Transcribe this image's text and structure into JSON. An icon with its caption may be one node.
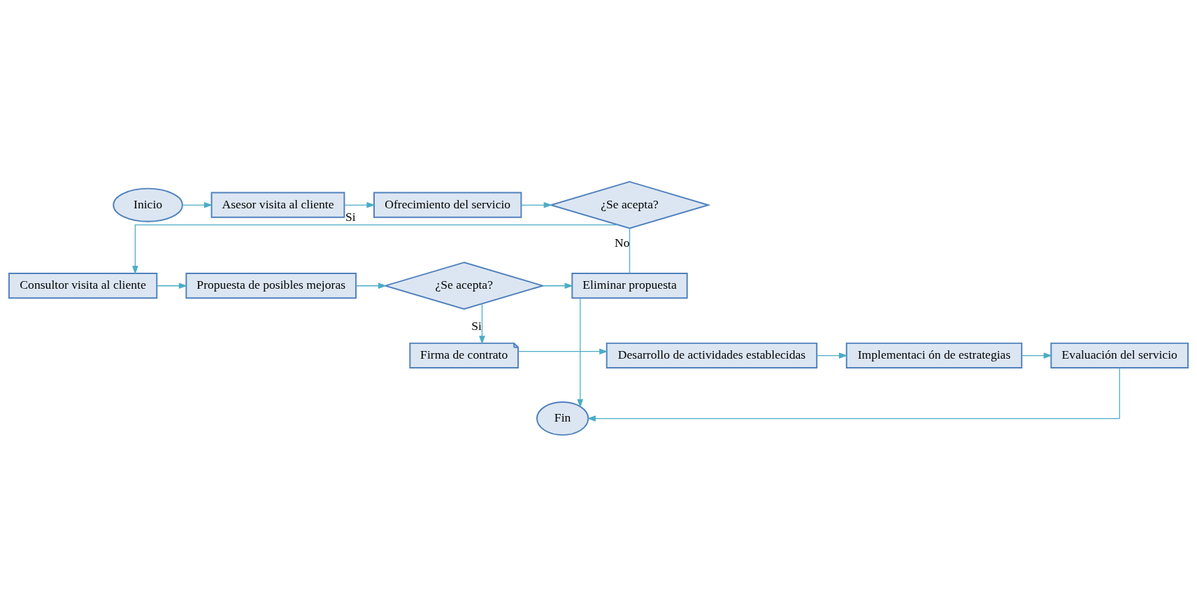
{
  "diagram": {
    "nodes": [
      {
        "text": [
          "Inicio"
        ]
      },
      {
        "text": [
          "Asesor visita al cliente"
        ]
      },
      {
        "text": [
          "Ofrecimiento del servicio"
        ]
      },
      {
        "text": [
          "¿Se acepta?"
        ]
      },
      {
        "text": [
          "Consultor visita al cliente"
        ]
      },
      {
        "text": [
          "Propuesta de posibles mejoras"
        ]
      },
      {
        "text": [
          "¿Se acepta?"
        ]
      },
      {
        "text": [
          "Eliminar propuesta"
        ]
      },
      {
        "text": [
          "Firma de contrato"
        ]
      },
      {
        "text": [
          "Desarrollo de actividades establecidas"
        ]
      },
      {
        "text": [
          "Implementaci ón de estrategias"
        ]
      },
      {
        "text": [
          "Evaluación del servicio"
        ]
      },
      {
        "text": [
          "Fin"
        ]
      }
    ],
    "edges": [
      {
        "from": 0,
        "to": 1,
        "arrow": "to"
      },
      {
        "from": 1,
        "to": 2,
        "arrow": "to"
      },
      {
        "from": 2,
        "to": 3,
        "arrow": "to"
      },
      {
        "from": 3,
        "to": 4,
        "arrow": "to",
        "label": "Si"
      },
      {
        "from": 3,
        "to": 7,
        "arrow": "none",
        "label": "No"
      },
      {
        "from": 4,
        "to": 5,
        "arrow": "to"
      },
      {
        "from": 5,
        "to": 6,
        "arrow": "to"
      },
      {
        "from": 6,
        "to": 8,
        "arrow": "to",
        "label": "Si"
      },
      {
        "from": 6,
        "to": 7,
        "arrow": "to"
      },
      {
        "from": 8,
        "to": 9,
        "arrow": "to"
      },
      {
        "from": 9,
        "to": 10,
        "arrow": "to"
      },
      {
        "from": 10,
        "to": 11,
        "arrow": "to"
      },
      {
        "from": 11,
        "to": 12,
        "arrow": "to"
      },
      {
        "from": 7,
        "to": 12,
        "arrow": "to"
      }
    ]
  }
}
